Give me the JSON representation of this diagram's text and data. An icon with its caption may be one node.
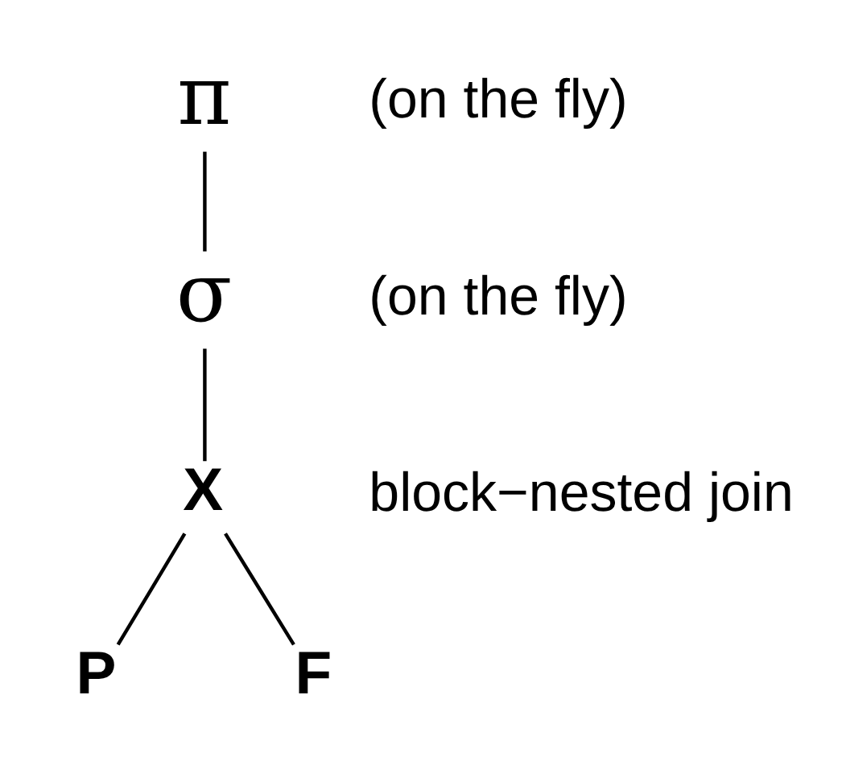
{
  "diagram": {
    "nodes": [
      {
        "text": [
          "π"
        ],
        "beside": [
          "(on the fly)"
        ]
      },
      {
        "text": [
          "σ"
        ],
        "beside": [
          "(on the fly)"
        ]
      },
      {
        "text": [
          "X"
        ],
        "beside": [
          "block−nested join"
        ]
      },
      {
        "text": [
          "P"
        ]
      },
      {
        "text": [
          "F"
        ]
      }
    ],
    "edges": [
      {
        "from": 0,
        "to": 1,
        "arrow": "none"
      },
      {
        "from": 1,
        "to": 2,
        "arrow": "none"
      },
      {
        "from": 2,
        "to": 3,
        "arrow": "none"
      },
      {
        "from": 2,
        "to": 4,
        "arrow": "none"
      }
    ]
  }
}
